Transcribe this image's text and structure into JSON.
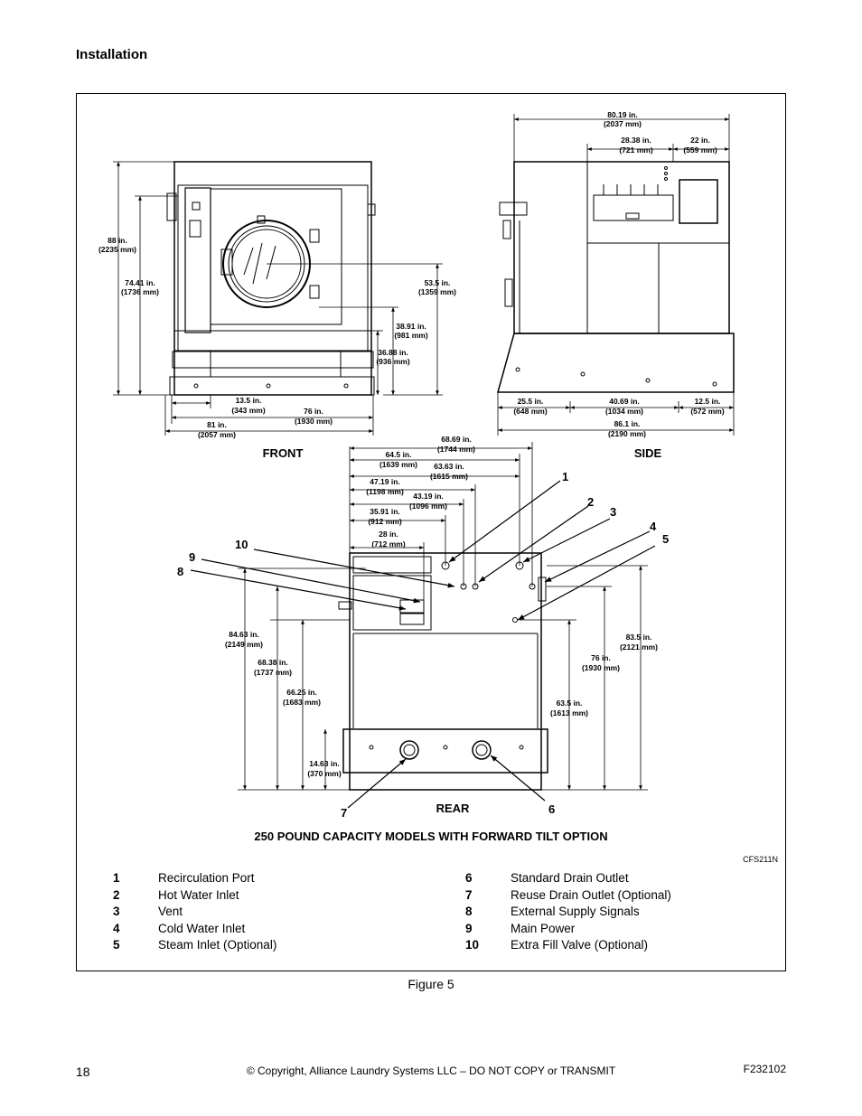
{
  "header": {
    "section_title": "Installation"
  },
  "front_view": {
    "label": "FRONT",
    "dims": {
      "height_88": "88 in.",
      "height_88_mm": "(2235 mm)",
      "height_7441": "74.41 in.",
      "height_7441_mm": "(1736 mm)",
      "height_535": "53.5 in.",
      "height_535_mm": "(1359 mm)",
      "height_3891": "38.91 in.",
      "height_3891_mm": "(981 mm)",
      "height_3688": "36.88 in.",
      "height_3688_mm": "(936 mm)",
      "width_135": "13.5 in.",
      "width_135_mm": "(343 mm)",
      "width_76": "76 in.",
      "width_76_mm": "(1930 mm)",
      "width_81": "81 in.",
      "width_81_mm": "(2057 mm)"
    }
  },
  "side_view": {
    "label": "SIDE",
    "dims": {
      "top_8019": "80.19 in.",
      "top_8019_mm": "(2037 mm)",
      "top_2838": "28.38 in.",
      "top_2838_mm": "(721 mm)",
      "top_22": "22 in.",
      "top_22_mm": "(559 mm)",
      "bot_255": "25.5 in.",
      "bot_255_mm": "(648 mm)",
      "bot_4069": "40.69 in.",
      "bot_4069_mm": "(1034 mm)",
      "bot_125": "12.5 in.",
      "bot_125_mm": "(572 mm)",
      "bot_861": "86.1 in.",
      "bot_861_mm": "(2190 mm)"
    }
  },
  "rear_view": {
    "label": "REAR",
    "dims": {
      "w_6869": "68.69 in.",
      "w_6869_mm": "(1744 mm)",
      "w_645": "64.5 in.",
      "w_645_mm": "(1639 mm)",
      "w_6363": "63.63 in.",
      "w_6363_mm": "(1615 mm)",
      "w_4719": "47.19 in.",
      "w_4719_mm": "(1198 mm)",
      "w_4319": "43.19 in.",
      "w_4319_mm": "(1096 mm)",
      "w_3591": "35.91 in.",
      "w_3591_mm": "(912 mm)",
      "w_28": "28 in.",
      "w_28_mm": "(712 mm)",
      "h_8463": "84.63 in.",
      "h_8463_mm": "(2149 mm)",
      "h_6838": "68.38 in.",
      "h_6838_mm": "(1737 mm)",
      "h_6625": "66.25 in.",
      "h_6625_mm": "(1683 mm)",
      "h_1463": "14.63 in.",
      "h_1463_mm": "(370 mm)",
      "h_835": "83.5 in.",
      "h_835_mm": "(2121 mm)",
      "h_76": "76 in.",
      "h_76_mm": "(1930 mm)",
      "h_635": "63.5 in.",
      "h_635_mm": "(1613 mm)"
    },
    "callouts": [
      "1",
      "2",
      "3",
      "4",
      "5",
      "6",
      "7",
      "8",
      "9",
      "10"
    ]
  },
  "diagram_title": "250 POUND CAPACITY MODELS WITH FORWARD TILT OPTION",
  "drawing_code": "CFS211N",
  "legend": [
    {
      "num": "1",
      "text": "Recirculation Port"
    },
    {
      "num": "2",
      "text": "Hot Water Inlet"
    },
    {
      "num": "3",
      "text": "Vent"
    },
    {
      "num": "4",
      "text": "Cold Water Inlet"
    },
    {
      "num": "5",
      "text": "Steam Inlet (Optional)"
    },
    {
      "num": "6",
      "text": "Standard Drain Outlet"
    },
    {
      "num": "7",
      "text": "Reuse Drain Outlet (Optional)"
    },
    {
      "num": "8",
      "text": "External Supply Signals"
    },
    {
      "num": "9",
      "text": "Main Power"
    },
    {
      "num": "10",
      "text": "Extra Fill Valve (Optional)"
    }
  ],
  "caption": "Figure 5",
  "footer": {
    "page": "18",
    "copyright": "© Copyright, Alliance Laundry Systems LLC – DO NOT COPY or TRANSMIT",
    "code": "F232102"
  }
}
